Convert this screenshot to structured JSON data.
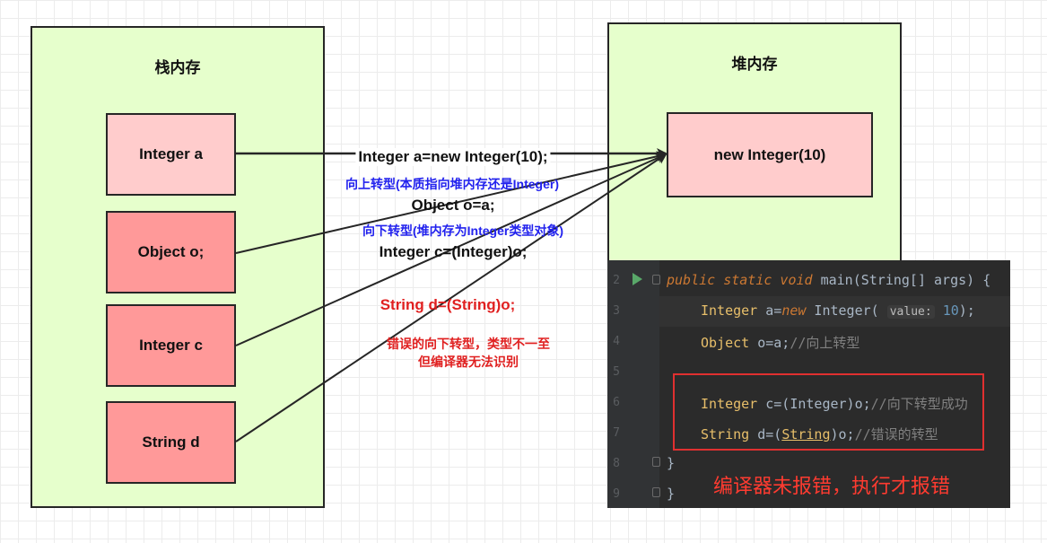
{
  "stack": {
    "title": "栈内存",
    "items": [
      "Integer a",
      "Object o;",
      "Integer c",
      "String d"
    ]
  },
  "heap": {
    "title": "堆内存",
    "object": "new Integer(10)"
  },
  "labels": {
    "assign_a": "Integer a=new Integer(10);",
    "upcast_note": "向上转型(本质指向堆内存还是Integer)",
    "assign_o": "Object o=a;",
    "downcast_note": "向下转型(堆内存为Integer类型对象)",
    "assign_c": "Integer c=(Integer)o;",
    "assign_d": "String d=(String)o;",
    "wrong_note_1": "错误的向下转型，类型不一至",
    "wrong_note_2": "但编译器无法识别"
  },
  "editor": {
    "line_numbers": [
      "2",
      "3",
      "4",
      "5",
      "6",
      "7",
      "8",
      "9"
    ],
    "line2": {
      "kw": "public static void",
      "rest": " main(String[] args) {"
    },
    "line3": {
      "type": "Integer",
      "var": "a",
      "eq": "=",
      "new": "new",
      "cls": " Integer(",
      "hint": "value:",
      "num": "10",
      "end": ");"
    },
    "line4": {
      "type": "Object",
      "var": "o",
      "rest": "=a;",
      "comment": "//向上转型"
    },
    "line6": {
      "type": "Integer",
      "var": "c",
      "rest": "=(Integer)o;",
      "comment": "//向下转型成功"
    },
    "line7": {
      "type": "String",
      "var": "d",
      "rest1": "=(",
      "cast": "String",
      "rest2": ")o;",
      "comment": "//错误的转型"
    },
    "line8": "}",
    "line9": "}",
    "note": "编译器未报错，执行才报错"
  },
  "colors": {
    "panel_bg": "#e6ffcc",
    "light_box": "#ffcccc",
    "mid_box": "#ff9999",
    "blue_text": "#2222ee",
    "red_text": "#e02020",
    "editor_bg": "#2b2b2b"
  }
}
